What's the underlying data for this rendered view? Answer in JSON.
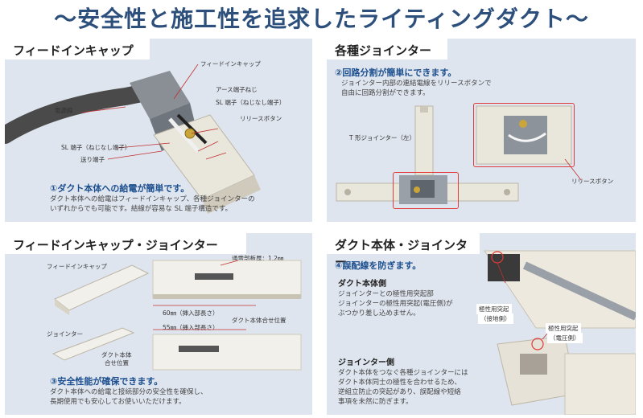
{
  "page_title": "～安全性と施工性を追求したライティングダクト～",
  "panels": {
    "feed": {
      "title": "フィードインキャップ",
      "labels": {
        "feed_cap": "フィードインキャップ",
        "earth_screw": "アース端子ねじ",
        "sl_terminal_top": "SL 端子（ねじなし端子）",
        "power_line": "電源線",
        "release_button": "リリースボタン",
        "sl_terminal_left": "SL 端子（ねじなし端子）",
        "send_terminal": "送り端子"
      },
      "headline": "①ダクト本体への給電が簡単です。",
      "desc": [
        "ダクト本体への給電はフィードインキャップ、各種ジョインターの",
        "いずれからでも可能です。結線が容易な SL 端子構造です。"
      ]
    },
    "joint": {
      "title": "各種ジョインター",
      "headline": "②回路分割が簡単にできます。",
      "desc": [
        "ジョインター内部の連結電線をリリースボタンで",
        "自由に回路分割ができます。"
      ],
      "labels": {
        "t_joint": "T 形ジョインター（左）",
        "release_button": "リリースボタン"
      }
    },
    "feed_joint": {
      "title": "フィードインキャップ・ジョインター",
      "labels": {
        "feed_cap": "フィードインキャップ",
        "jointer": "ジョインター",
        "conductor": "通電部板厚：1.2㎜",
        "len60": "60㎜（挿入部長さ）",
        "len55": "55㎜（挿入部長さ）",
        "duct_align": "ダクト本体合せ位置",
        "duct_align_short": [
          "ダクト本体",
          "合せ位置"
        ]
      },
      "headline": "③安全性能が確保できます。",
      "desc": [
        "ダクト本体への給電と接続部分の安全性を確保し、",
        "長期使用でも安心してお使いいただけます。"
      ]
    },
    "duct": {
      "title": "ダクト本体・ジョインター",
      "headline": "④誤配線を防ぎます。",
      "sub1": "ダクト本体側",
      "desc1": [
        "ジョインターとの極性用突起部",
        "ジョインターの極性用突起(電圧側)が",
        "ぶつかり差し込めません。"
      ],
      "sub2": "ジョインター側",
      "desc2": [
        "ダクト本体をつなぐ各種ジョインターには",
        "ダクト本体同士の極性を合わせるため、",
        "逆組立防止の突起があり、誤配線や短絡",
        "事項を未然に防ぎます。"
      ],
      "labels": {
        "polarity_ground": [
          "極性用突起",
          "（接地側）"
        ],
        "polarity_voltage": [
          "極性用突起",
          "（電圧側）"
        ]
      }
    }
  },
  "colors": {
    "title": "#2d4f7c",
    "panel_bg": "#dfe5ee",
    "headline": "#1c4f8f",
    "highlight_frame": "#e03a3a",
    "duct_body": "#e9e6dc"
  }
}
